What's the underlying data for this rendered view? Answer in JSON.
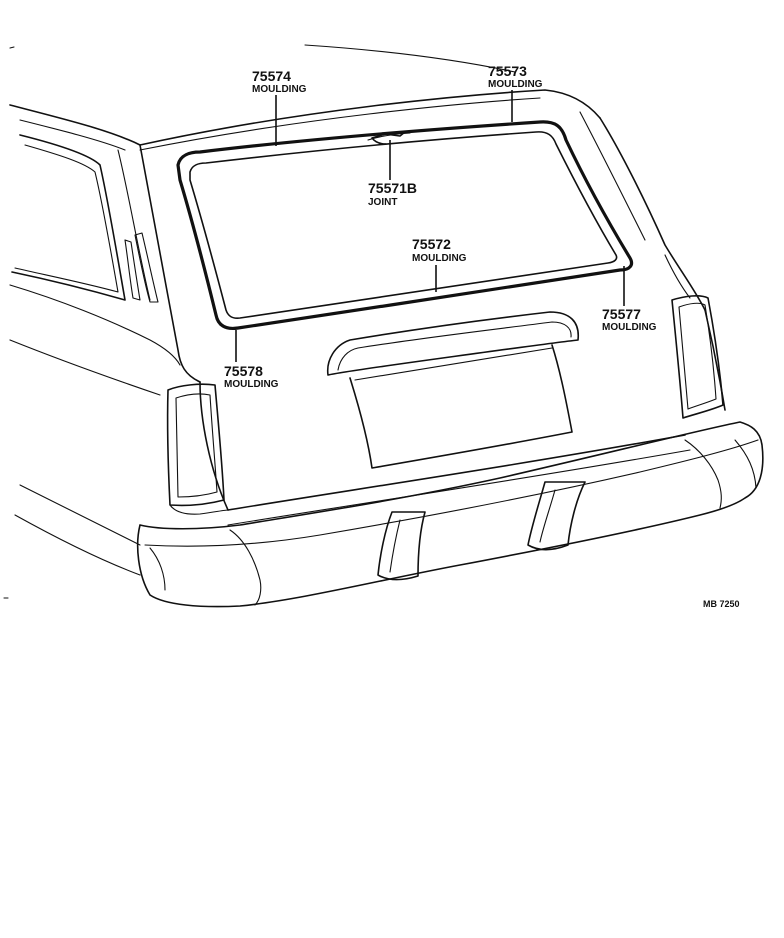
{
  "callouts": {
    "c75574": {
      "part_no": "75574",
      "name": "MOULDING"
    },
    "c75573": {
      "part_no": "75573",
      "name": "MOULDING"
    },
    "c75571B": {
      "part_no": "75571B",
      "name": "JOINT"
    },
    "c75572": {
      "part_no": "75572",
      "name": "MOULDING"
    },
    "c75577": {
      "part_no": "75577",
      "name": "MOULDING"
    },
    "c75578": {
      "part_no": "75578",
      "name": "MOULDING"
    }
  },
  "reference": "MB 7250"
}
